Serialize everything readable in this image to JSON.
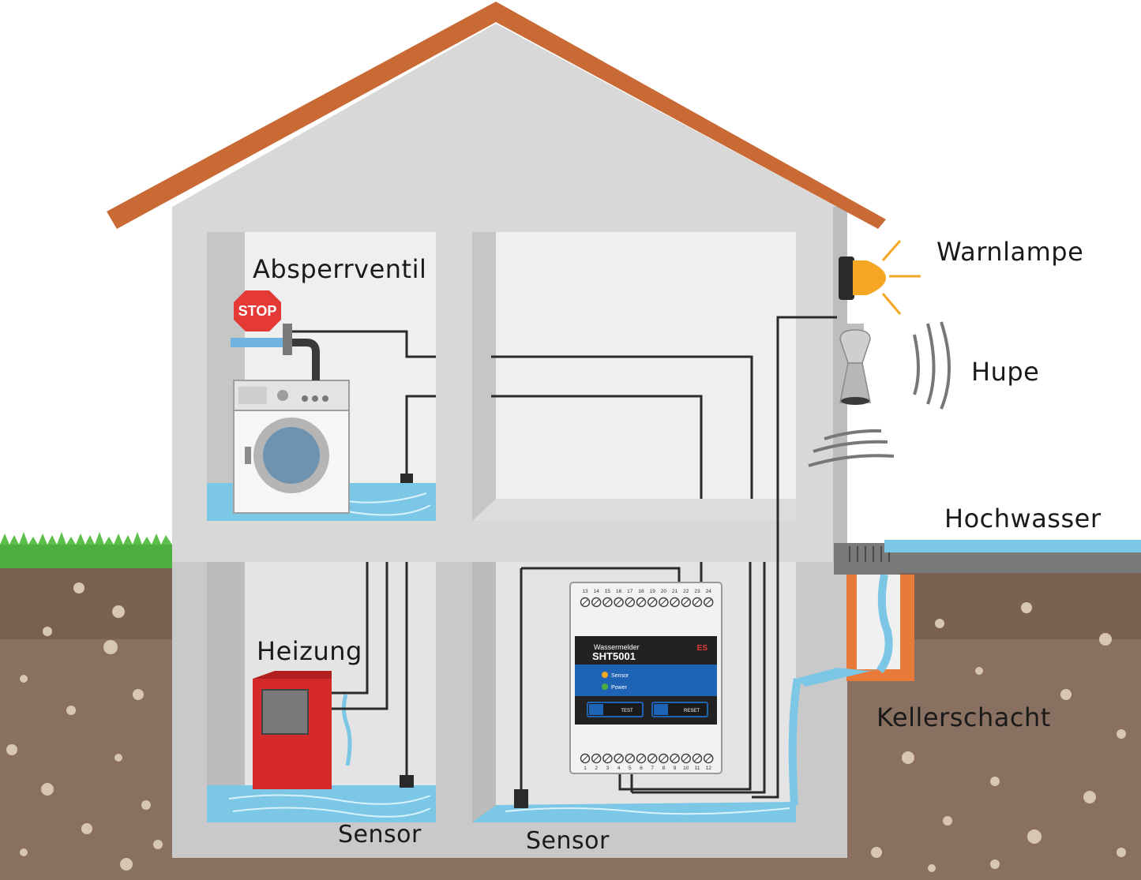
{
  "labels": {
    "absperrventil": "Absperrventil",
    "warnlampe": "Warnlampe",
    "hupe": "Hupe",
    "hochwasser": "Hochwasser",
    "heizung": "Heizung",
    "kellerschacht": "Kellerschacht",
    "sensor_left": "Sensor",
    "sensor_right": "Sensor"
  },
  "stop_sign": {
    "text": "STOP"
  },
  "device": {
    "brand_line": "Wassermelder",
    "model": "SHT5001",
    "logo": "ES",
    "led_sensor": "Sensor",
    "led_power": "Power",
    "btn_test": "TEST",
    "btn_reset": "RESET",
    "top_terminals": [
      "13",
      "14",
      "15",
      "16",
      "17",
      "18",
      "19",
      "20",
      "21",
      "22",
      "23",
      "24"
    ],
    "bottom_terminals": [
      "1",
      "2",
      "3",
      "4",
      "5",
      "6",
      "7",
      "8",
      "9",
      "10",
      "11",
      "12"
    ]
  },
  "colors": {
    "roof": "#c96a35",
    "wall": "#d8d8d8",
    "room": "#eeeeee",
    "water": "#7cc6e6",
    "soil": "#8a7060",
    "grass": "#4caf3f",
    "heater": "#d62a2a",
    "stop": "#e53935",
    "lamp": "#f5a623",
    "shaft": "#e87a3a",
    "device_blue": "#1f63b5",
    "device_dark": "#222222"
  }
}
